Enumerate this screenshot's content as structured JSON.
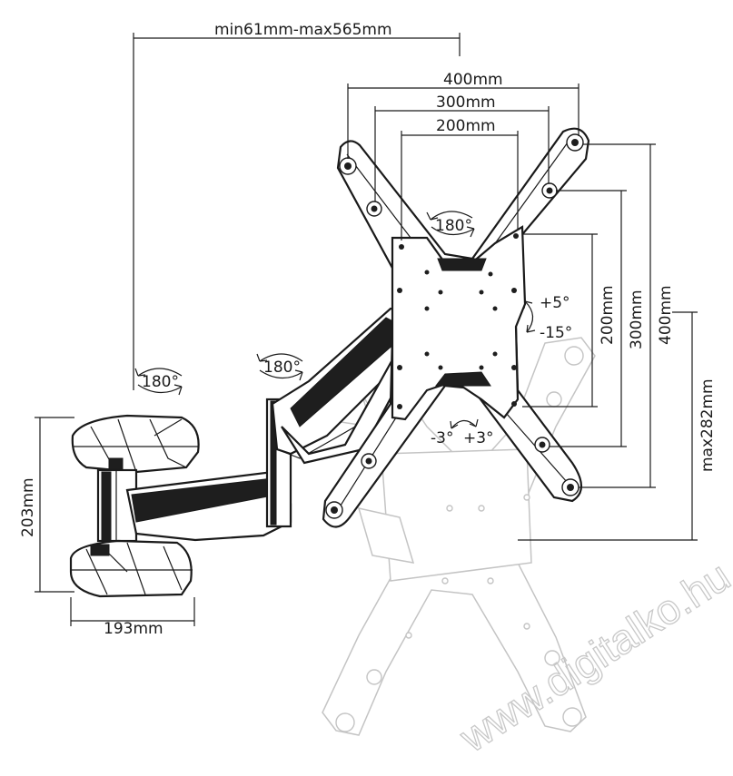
{
  "dimensions": {
    "arm_extension": "min61mm-max565mm",
    "vesa_400": "400mm",
    "vesa_300": "300mm",
    "vesa_200": "200mm",
    "vesa_200_v": "200mm",
    "vesa_300_v": "300mm",
    "vesa_400_v": "400mm",
    "max_height_offset": "max282mm",
    "wall_plate_height": "203mm",
    "wall_plate_width": "193mm"
  },
  "rotations": {
    "plate_swivel": "180°",
    "arm_swivel": "180°",
    "wall_swivel": "180°",
    "tilt_up": "+5°",
    "tilt_down": "-15°",
    "level_left": "-3°",
    "level_right": "+3°"
  },
  "watermark": "www.digitalko.hu"
}
